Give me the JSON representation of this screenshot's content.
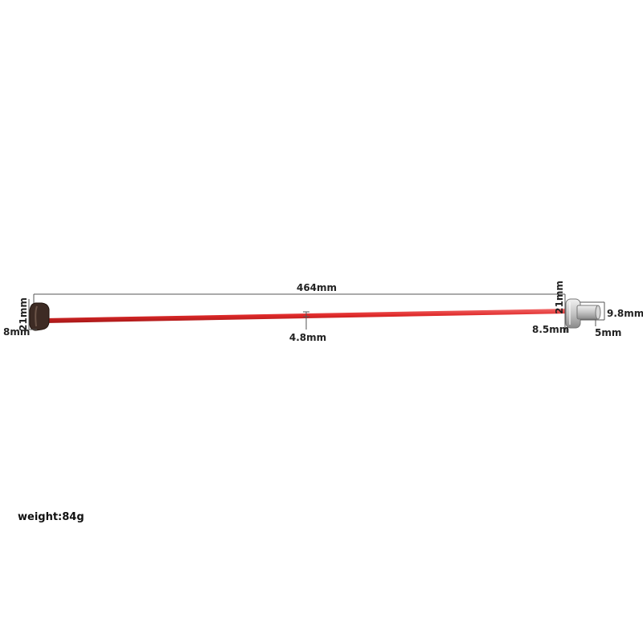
{
  "dimensions": {
    "overall_length": "464mm",
    "rod_diameter": "4.8mm",
    "left_end_height": "21mm",
    "left_end_width": "8mm",
    "right_end_height": "21mm",
    "right_end_diameter": "9.8mm",
    "right_end_width": "8.5mm",
    "right_pin_diameter": "5mm"
  },
  "weight": "weight:84g",
  "colors": {
    "rod": "#e02a2a",
    "left_end": "#3d2b24",
    "right_end": "#c8c8c8"
  }
}
